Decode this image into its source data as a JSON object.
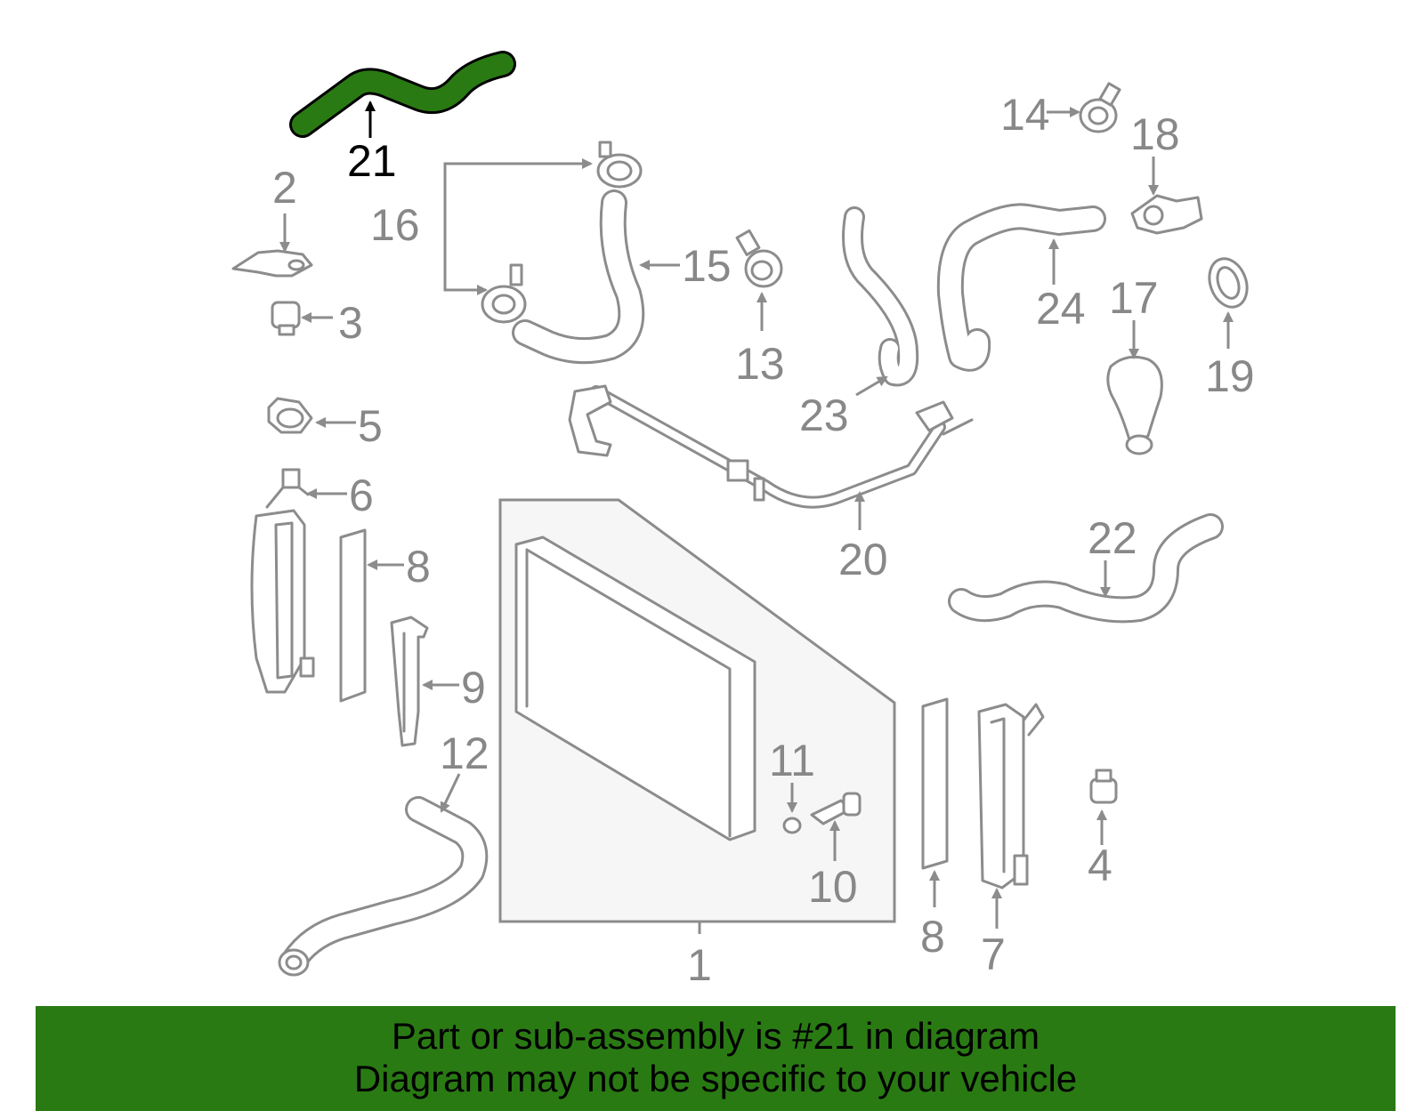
{
  "highlight_color": "#2a7a14",
  "highlighted_part": "21",
  "callouts": [
    "21",
    "2",
    "16",
    "15",
    "13",
    "3",
    "5",
    "6",
    "8",
    "9",
    "12",
    "11",
    "10",
    "1",
    "8",
    "7",
    "4",
    "14",
    "18",
    "24",
    "17",
    "19",
    "23",
    "20",
    "22"
  ],
  "banner": {
    "line1": "Part or sub-assembly is #21 in diagram",
    "line2": "Diagram may not be specific to your vehicle"
  }
}
